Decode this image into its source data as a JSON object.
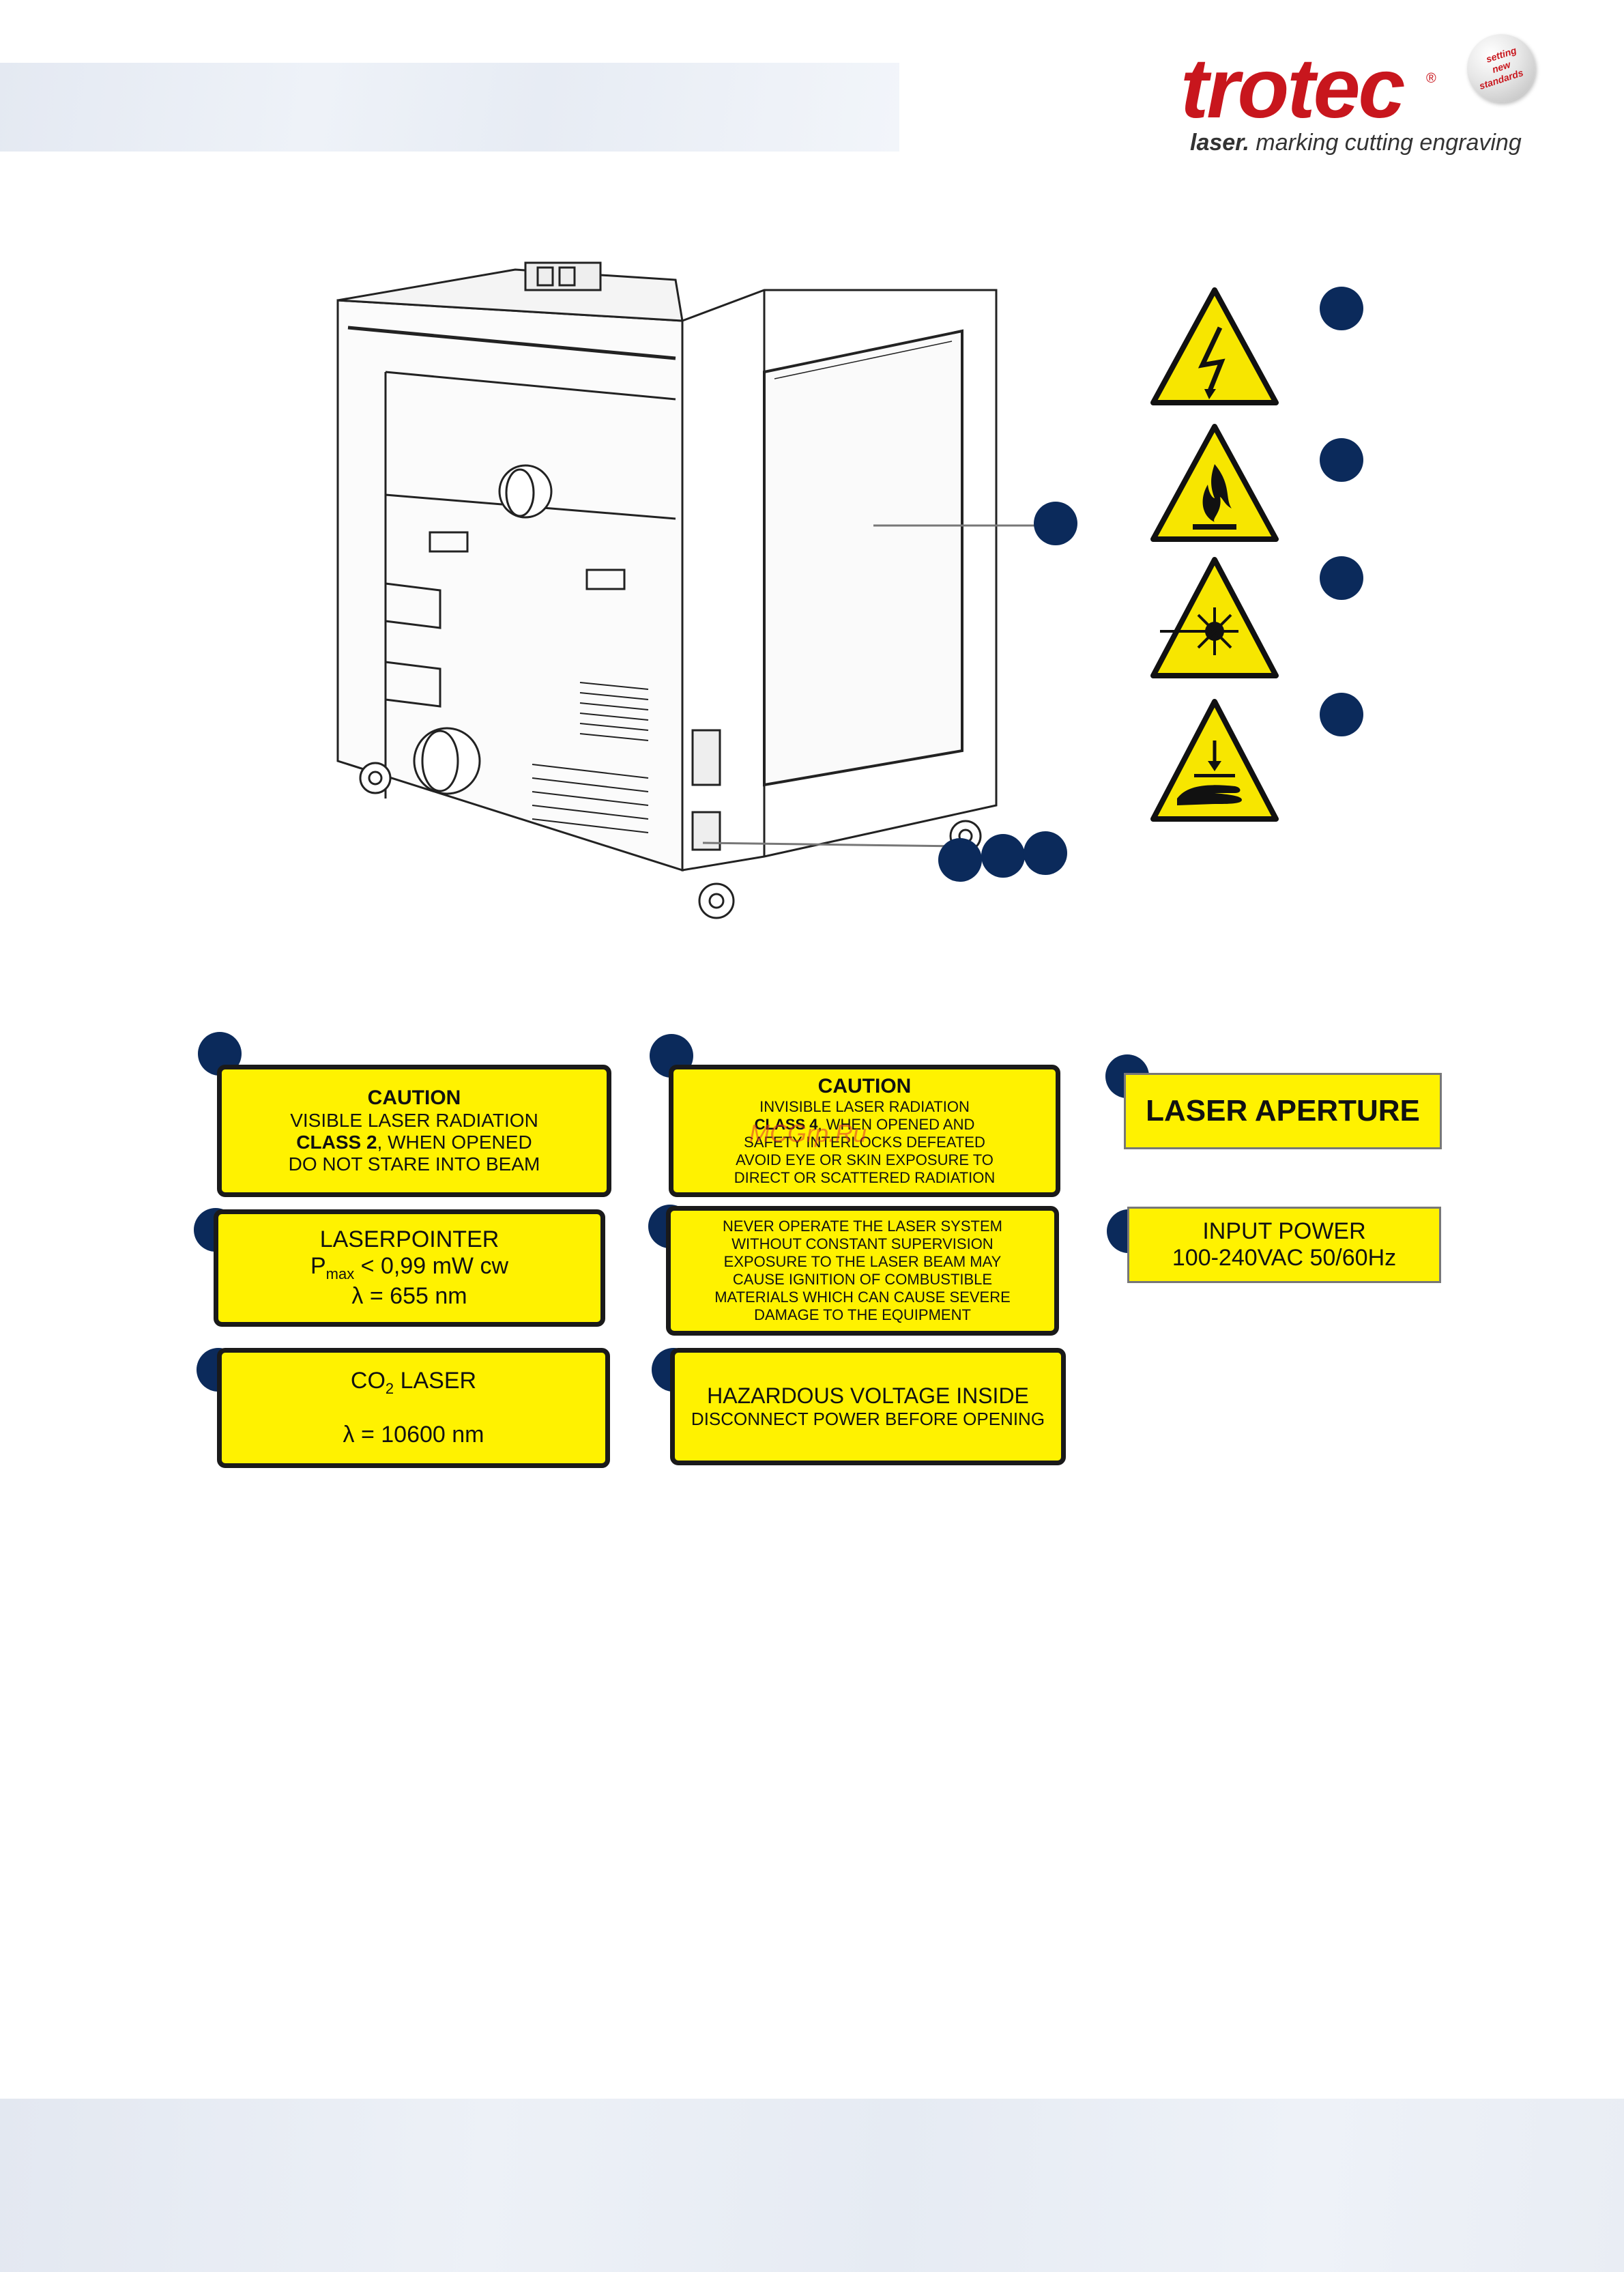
{
  "logo": {
    "word": "trotec",
    "registered": "®",
    "tagline_bold": "laser.",
    "tagline_rest": " marking cutting engraving",
    "seal": [
      "setting",
      "new",
      "standards"
    ]
  },
  "colors": {
    "brand_red": "#c8161d",
    "callout_navy": "#0b2a5b",
    "label_yellow": "#fff200"
  },
  "warning_symbols": [
    {
      "icon": "electric-hazard-icon"
    },
    {
      "icon": "flammable-hazard-icon"
    },
    {
      "icon": "laser-hazard-icon"
    },
    {
      "icon": "hand-crush-hazard-icon"
    }
  ],
  "labels": {
    "caution_class2": {
      "title": "CAUTION",
      "line1": "VISIBLE LASER RADIATION",
      "line2_bold": "CLASS 2",
      "line2_rest": ", WHEN OPENED",
      "line3": "DO NOT STARE INTO BEAM"
    },
    "caution_class4": {
      "title": "CAUTION",
      "line1": "INVISIBLE LASER RADIATION",
      "line2_bold": "CLASS 4",
      "line2_rest": ", WHEN OPENED AND",
      "line3": "SAFETY INTERLOCKS DEFEATED",
      "line4": "AVOID EYE OR SKIN EXPOSURE TO",
      "line5": "DIRECT OR SCATTERED RADIATION"
    },
    "aperture": {
      "text": "LASER APERTURE"
    },
    "laserpointer": {
      "line1": "LASERPOINTER",
      "line2_p": "P",
      "line2_sub": "max",
      "line2_rest": " < 0,99 mW cw",
      "line3": "λ = 655 nm"
    },
    "never_operate": {
      "line1": "NEVER OPERATE THE LASER SYSTEM",
      "line2": "WITHOUT CONSTANT SUPERVISION",
      "line3": "EXPOSURE TO THE LASER BEAM MAY",
      "line4": "CAUSE IGNITION OF COMBUSTIBLE",
      "line5": "MATERIALS WHICH CAN CAUSE SEVERE",
      "line6": "DAMAGE TO THE EQUIPMENT"
    },
    "input_power": {
      "line1": "INPUT POWER",
      "line2": "100-240VAC 50/60Hz"
    },
    "co2": {
      "line1_a": "CO",
      "line1_sub": "2",
      "line1_b": " LASER",
      "line2": "λ = 10600 nm"
    },
    "voltage": {
      "line1": "HAZARDOUS VOLTAGE INSIDE",
      "line2": "DISCONNECT POWER BEFORE OPENING"
    }
  },
  "watermark": "MCGrp.Ru"
}
